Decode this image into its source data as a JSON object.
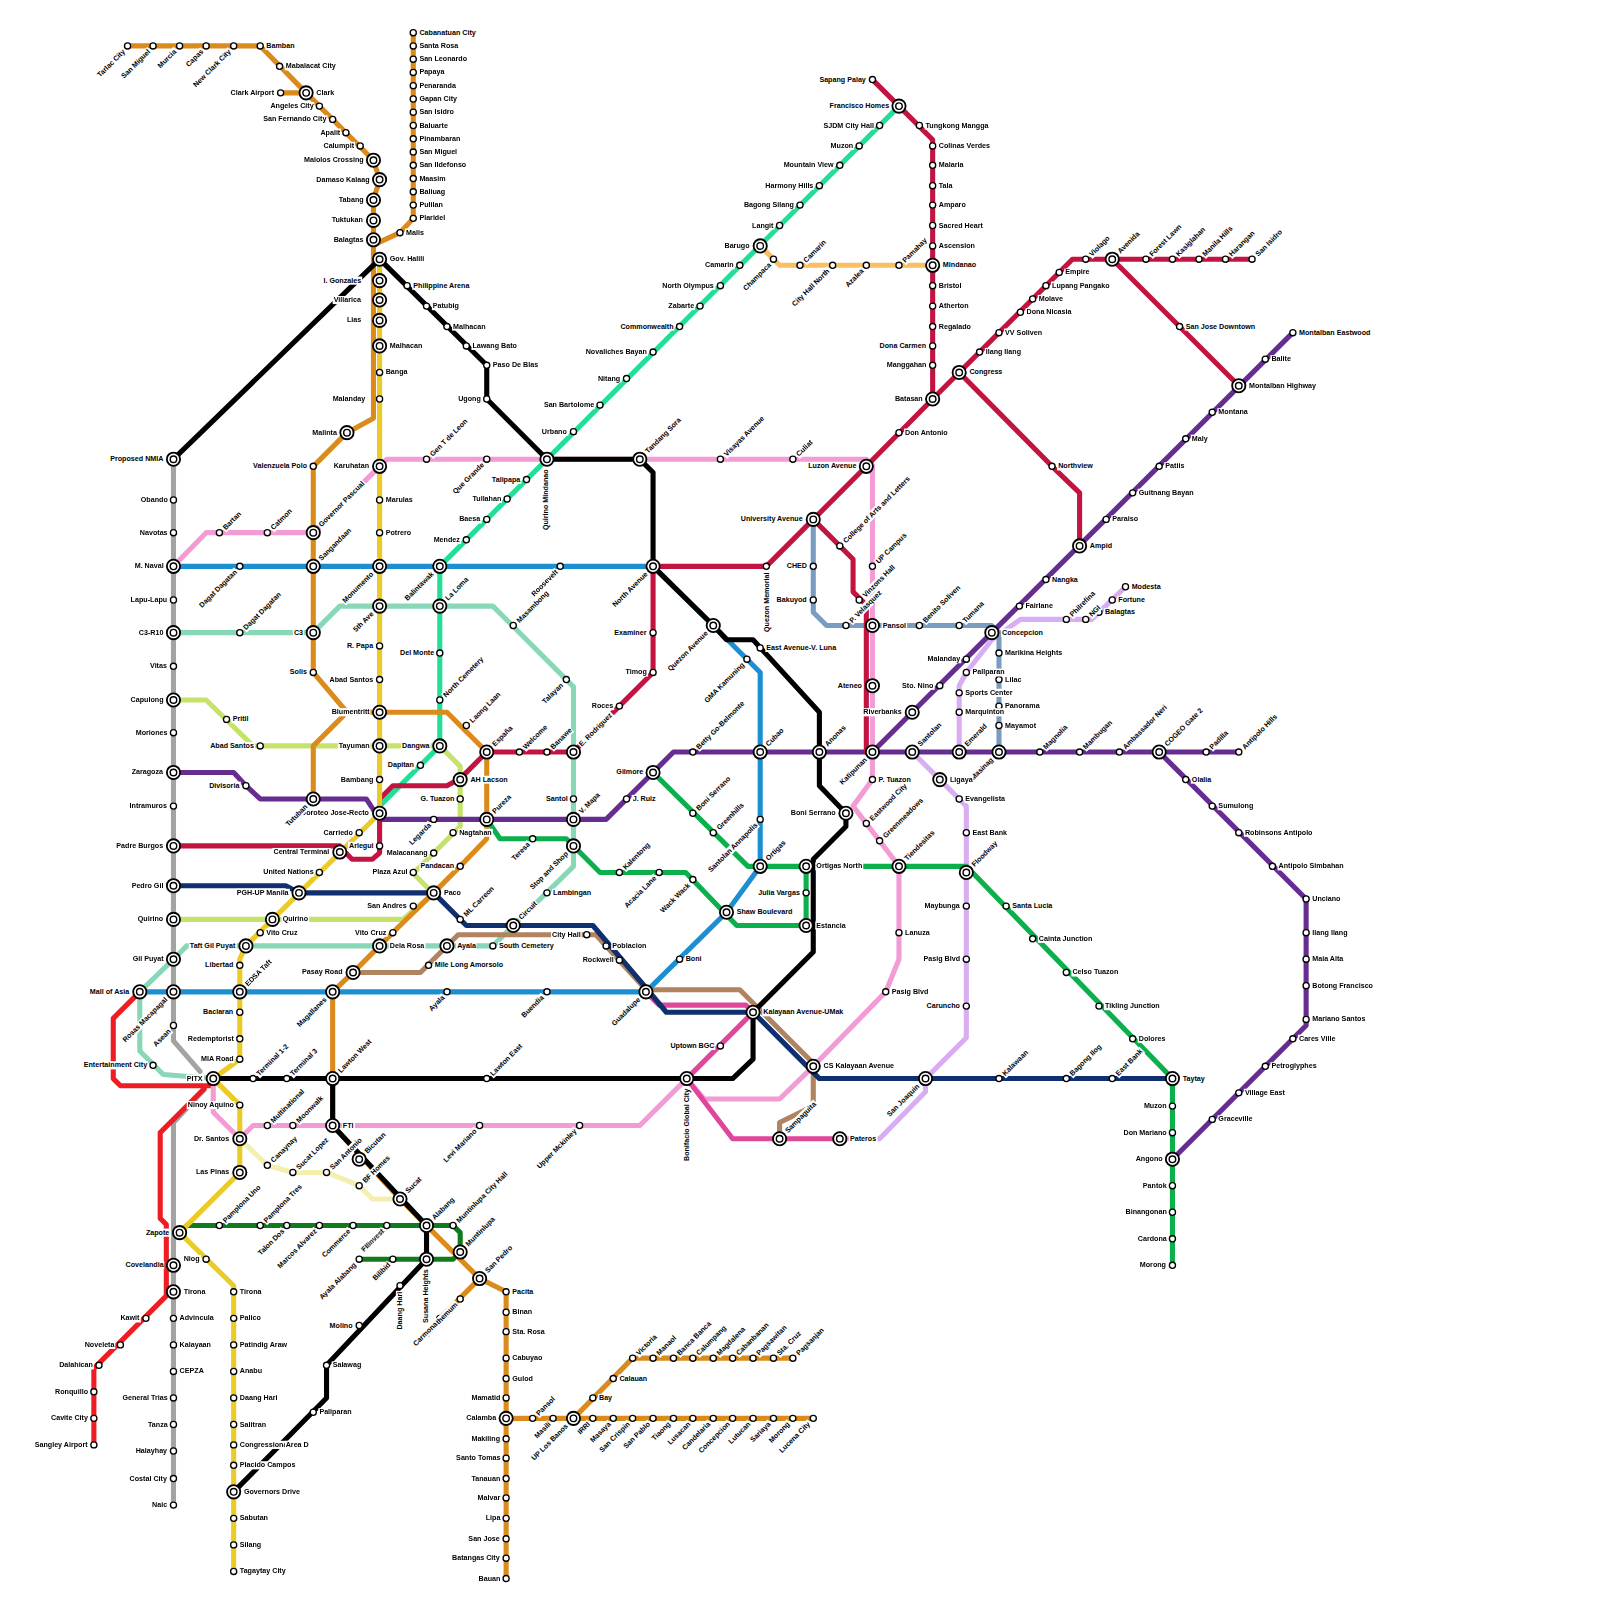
{
  "diagram": {
    "labels": [
      "Tarlac City",
      "San Miguel",
      "Murcia",
      "Capas",
      "New Clark City",
      "Bamban",
      "Mabalacat City",
      "Clark",
      "Clark Airport",
      "Angeles City",
      "San Fernando City",
      "Apalit",
      "Calumpit",
      "Malolos Crossing",
      "Damaso Kalaag",
      "Tabang",
      "Tuktukan",
      "Balagtas",
      "Malis",
      "Cabanatuan City",
      "Santa Rosa",
      "San Leonardo",
      "Papaya",
      "Penaranda",
      "Gapan City",
      "San Isidro",
      "Baluarte",
      "Pinambaran",
      "San Miguel",
      "San Ildefonso",
      "Maasim",
      "Baliuag",
      "Pulilan",
      "Plaridel",
      "Gov. Halili",
      "I. Gonzales",
      "Villarica",
      "Lias",
      "Malhacan",
      "Banga",
      "Malanday",
      "Malinta",
      "Karuhatan",
      "Marulas",
      "Potrero",
      "Monumento",
      "5th Ave",
      "R. Papa",
      "Abad Santos",
      "Blumentritt",
      "Tayuman",
      "Bambang",
      "Doroteo Jose-Recto",
      "Carriedo",
      "Central Terminal",
      "United Nations",
      "PGH-UP Manila",
      "Quirino",
      "Vito Cruz",
      "Taft Gil Puyat",
      "Libertad",
      "EDSA Taft",
      "Baclaran",
      "Redemptorist",
      "MIA Road",
      "PITX",
      "Ninoy Aquino",
      "Dr. Santos",
      "Las Pinas",
      "Zapote",
      "Niog",
      "Tirona",
      "Palico",
      "Patindig Araw",
      "Anabu",
      "Daang Hari",
      "Salitran",
      "Congressional",
      "Placido Campos",
      "Governors Drive",
      "Sabutan",
      "Silang",
      "Tagaytay City",
      "Philippine Arena",
      "Patubig",
      "Malhacan",
      "Lawang Bato",
      "Paso De Blas",
      "Ugong",
      "Valenzuela Polo",
      "Governor Pascual",
      "Sangandaan",
      "C3",
      "Solis",
      "Tutuban",
      "Laong Laan",
      "España",
      "Pureza",
      "Pandacan",
      "Paco",
      "San Andres",
      "Vito Cruz",
      "Dela Rosa",
      "Pasay Road",
      "Magallanes",
      "Lawton West",
      "FTI",
      "Bicutan",
      "Sucat",
      "Alabang",
      "Muntinlupa",
      "San Pedro",
      "Pacita",
      "Binan",
      "Sta. Rosa",
      "Cabuyao",
      "Gulod",
      "Mamatid",
      "Calamba",
      "Makiling",
      "Santo Tomas",
      "Tanauan",
      "Malvar",
      "Lipa",
      "San Jose",
      "Batangas City",
      "Bauan",
      "Chrysanthemum",
      "Carmona",
      "Pansol",
      "Masili",
      "UP Los Banos",
      "Bay",
      "Calauan",
      "Victoria",
      "Manaol",
      "Banca Banca",
      "Calumpang",
      "Magdalena",
      "Cabanbanan",
      "Pagsawitan",
      "Sta. Cruz",
      "Pagsanjan",
      "IRRI",
      "Masaya",
      "San Crispin",
      "San Pablo",
      "Tiaong",
      "Lusacan",
      "Candelaria",
      "Concepcion",
      "Lutucan",
      "Sariaya",
      "Morong",
      "Lucena City",
      "Proposed NMIA",
      "Obando",
      "Navotas",
      "M. Naval",
      "Lapu-Lapu",
      "C3-R10",
      "Vitas",
      "Capulong",
      "Moriones",
      "Zaragoza",
      "Intramuros",
      "Padre Burgos",
      "Pedro Gil",
      "Quirino",
      "Gil Puyat",
      "Mall of Asia",
      "Rosas Macapagal",
      "Asean",
      "Entertainment City",
      "Covelandia",
      "Tirona",
      "Advincula",
      "Kalayaan",
      "CEPZA",
      "General Trias",
      "Tanza",
      "Halayhay",
      "Costal City",
      "Naic",
      "Kawit",
      "Noveleta",
      "Dalahican",
      "Ronquillo",
      "Cavite City",
      "Sangley Airport",
      "Terminal 1-2",
      "Terminal 3",
      "Lawton East",
      "Bonifacio Global City",
      "Kalayaan Avenue-UMak",
      "Estancia",
      "Ortigas North",
      "Boni Serrano",
      "Anonas",
      "Quezon Avenue",
      "North Avenue",
      "Tandang Sora",
      "Quirino Mindanao",
      "Molino",
      "Salawag",
      "Paliparan",
      "Area D",
      "Susana Heights",
      "Daang Hari",
      "East Avenue-V. Luna",
      "Pamplona Uno",
      "Pamplona Tres",
      "Talon Dos",
      "Marcos Alvarez",
      "Commerce",
      "Filinvest",
      "Muntinlupa City Hall",
      "Bilibid",
      "Ayala Alabang",
      "Canaynay",
      "Sucat Lopez",
      "San Antonio",
      "BF Homes",
      "Multinational",
      "Moonwalk",
      "Levi Mariano",
      "Upper Mckinley",
      "Uptown BGC",
      "CS Kalayaan Avenue",
      "Pasig Blvd",
      "Lanuza",
      "Tiendesitas",
      "Greenmeadows",
      "Eastwood City",
      "P. Tuazon",
      "Katipunan",
      "Ateneo",
      "Pansol",
      "UP Campus",
      "Luzon Avenue",
      "Culiat",
      "Visayas Avenue",
      "Que Grande",
      "Gen T de Leon",
      "Catmon",
      "Bartan",
      "Dagat Dagatan",
      "Balintawak",
      "Roosevelt",
      "GMA Kamuning",
      "Cubao",
      "Santolan Annapolis",
      "Ortigas",
      "Shaw Boulevard",
      "Boni",
      "Guadalupe",
      "Buendia",
      "Ayala",
      "Dagat Dagatan",
      "La Loma",
      "Masambong",
      "Talayan",
      "E. Rodriguez",
      "Santol",
      "V. Mapa",
      "Stop and Shop",
      "Lambingan",
      "Circuit",
      "South Cemetery",
      "Ayala",
      "Francisco Homes",
      "SJDM City Hall",
      "Muzon",
      "Mountain View",
      "Harmony Hills",
      "Bagong Silang",
      "Langit",
      "Barugo",
      "Camarin",
      "North Olympus",
      "Zabarte",
      "Commonwealth",
      "Novaliches Bayan",
      "Nitang",
      "San Bartolome",
      "Urbano",
      "Talipapa",
      "Tullahan",
      "Baesa",
      "Mendez",
      "Del Monte",
      "North Cemetery",
      "Dangwa",
      "Dapitan",
      "Champaca",
      "Camarin",
      "City Hall North",
      "Azalea",
      "Pamahay",
      "Mindanao",
      "Sapang Palay",
      "Tungkong Mangga",
      "Colinas Verdes",
      "Malaria",
      "Tala",
      "Amparo",
      "Sacred Heart",
      "Ascension",
      "Bristol",
      "Atherton",
      "Regalado",
      "Dona Carmen",
      "Manggahan",
      "Batasan",
      "Don Antonio",
      "University Avenue",
      "Quezon Memorial",
      "Examiner",
      "Timog",
      "Roces",
      "Banawe",
      "Welcome",
      "AH Lacson",
      "Arlegui",
      "Congress",
      "Ilang Ilang",
      "VV Soliven",
      "Dona Nicasia",
      "Molave",
      "Lupang Pangako",
      "Empire",
      "Violago",
      "Avenida",
      "Forest Lawn",
      "Kasiglahan",
      "Manila Hills",
      "Harangan",
      "San Isidro",
      "San Jose Downtown",
      "Northview",
      "Ampid",
      "College of Arts and Letters",
      "Vinzons Hall",
      "CHED",
      "Bakuyod",
      "P. Velasquez",
      "Benito Soliven",
      "Tumana",
      "Concepcion",
      "Marikina Heights",
      "Lilac",
      "Panorama",
      "Mayamot",
      "Masinag",
      "Montalban Eastwood",
      "Balite",
      "Montalban Highway",
      "Montana",
      "Maly",
      "Patiis",
      "Guitnang Bayan",
      "Paraiso",
      "Nangka",
      "Fairlane",
      "Malanday",
      "Sto. Nino",
      "Riverbanks",
      "Santolan",
      "Emerald",
      "Magnolia",
      "Mambugan",
      "Ambassador Neri",
      "COGEO Gate 2",
      "Padilla",
      "Antipolo Hills",
      "Olalia",
      "Sumulong",
      "Robinsons Antipolo",
      "Antipolo Simbahan",
      "Unciano",
      "Ilang Ilang",
      "Maia Alta",
      "Botong Francisco",
      "Mariano Santos",
      "Cares Ville",
      "Petroglyphes",
      "Village East",
      "Graceville",
      "Betty Go-Belmonte",
      "Gilmore",
      "J. Ruiz",
      "Legarda",
      "Divisoria",
      "Boni Serrano",
      "Greenhills",
      "Floodway",
      "Santa Lucia",
      "Cainta Junction",
      "Celso Tuazon",
      "Tikling Junction",
      "Dolores",
      "Taytay",
      "Muzon",
      "Don Mariano",
      "Angono",
      "Pantok",
      "Binangonan",
      "Cardona",
      "Morong",
      "Teresa",
      "Kalentong",
      "Acacia Lane",
      "Wack Wack",
      "Julia Vargas",
      "ML Carreon",
      "Kalawaan",
      "Bagong Ilog",
      "East Bank",
      "San Joaquin",
      "Mile Long Amorsolo",
      "City Hall",
      "Poblacion",
      "Rockwell",
      "Sampaguita",
      "Pateros",
      "Caruncho",
      "Pasig Blvd",
      "Maybunga",
      "East Bank",
      "Evangelista",
      "Ligaya",
      "Marquinton",
      "Sports Center",
      "Pallparan",
      "Philrefina",
      "NGI",
      "Balagtas",
      "Fortune",
      "Modesta",
      "Pritil",
      "Abad Santos",
      "G. Tuazon",
      "Nagtahan",
      "Malacanang",
      "Plaza Azul"
    ]
  }
}
